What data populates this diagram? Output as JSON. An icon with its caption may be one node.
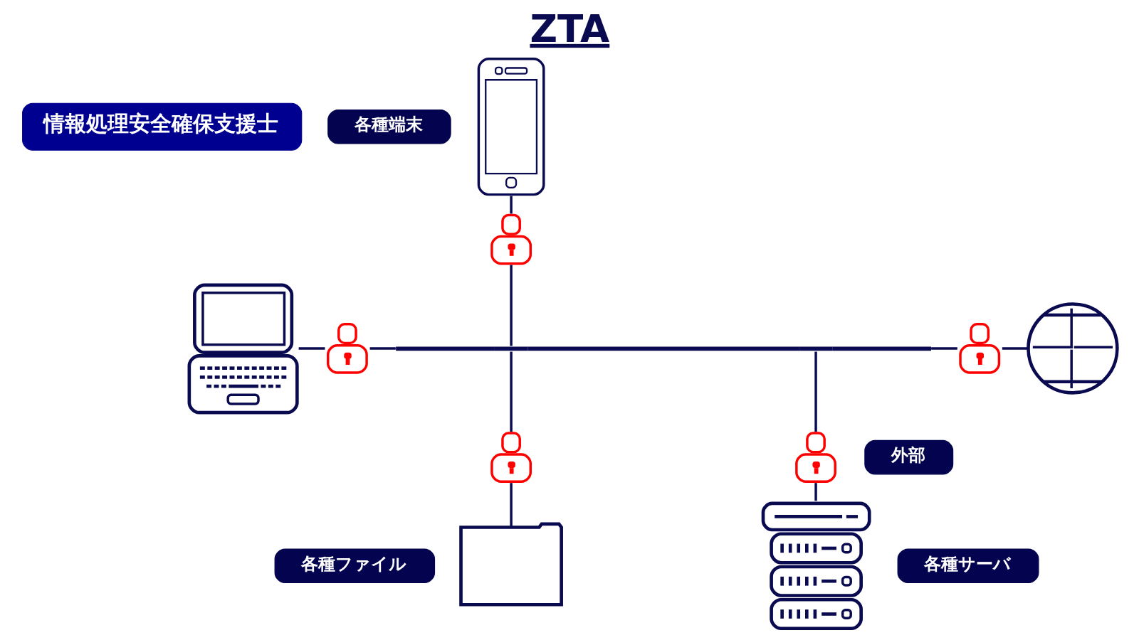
{
  "diagram": {
    "title": "ZTA",
    "nodes": [
      {
        "text": [
          "情報処理安全確保支援士"
        ]
      },
      {
        "text": [
          "各種端末"
        ]
      },
      {
        "text": [],
        "shape": "picture"
      },
      {
        "text": [],
        "shape": "picture"
      },
      {
        "text": [],
        "shape": "picture"
      },
      {
        "text": [],
        "shape": "picture"
      },
      {
        "text": [],
        "shape": "bar"
      },
      {
        "text": [],
        "shape": "picture"
      },
      {
        "text": [],
        "shape": "picture"
      },
      {
        "text": [],
        "shape": "picture"
      },
      {
        "text": [],
        "shape": "picture"
      },
      {
        "text": [
          "外部"
        ]
      },
      {
        "text": [],
        "shape": "picture"
      },
      {
        "text": [],
        "shape": "picture"
      },
      {
        "text": [
          "各種ファイル"
        ]
      },
      {
        "text": [
          "各種サーバ"
        ]
      }
    ],
    "edges": [
      {
        "from": 2,
        "to": 3,
        "arrow": "none"
      },
      {
        "from": 3,
        "to": 6,
        "arrow": "none"
      },
      {
        "from": 4,
        "to": 5,
        "arrow": "none"
      },
      {
        "from": 5,
        "to": 6,
        "arrow": "none"
      },
      {
        "from": 6,
        "to": 7,
        "arrow": "none"
      },
      {
        "from": 7,
        "to": 8,
        "arrow": "none"
      },
      {
        "from": 6,
        "to": 9,
        "arrow": "none"
      },
      {
        "from": 9,
        "to": 12,
        "arrow": "none"
      },
      {
        "from": 6,
        "to": 10,
        "arrow": "none"
      },
      {
        "from": 10,
        "to": 13,
        "arrow": "none"
      }
    ]
  }
}
